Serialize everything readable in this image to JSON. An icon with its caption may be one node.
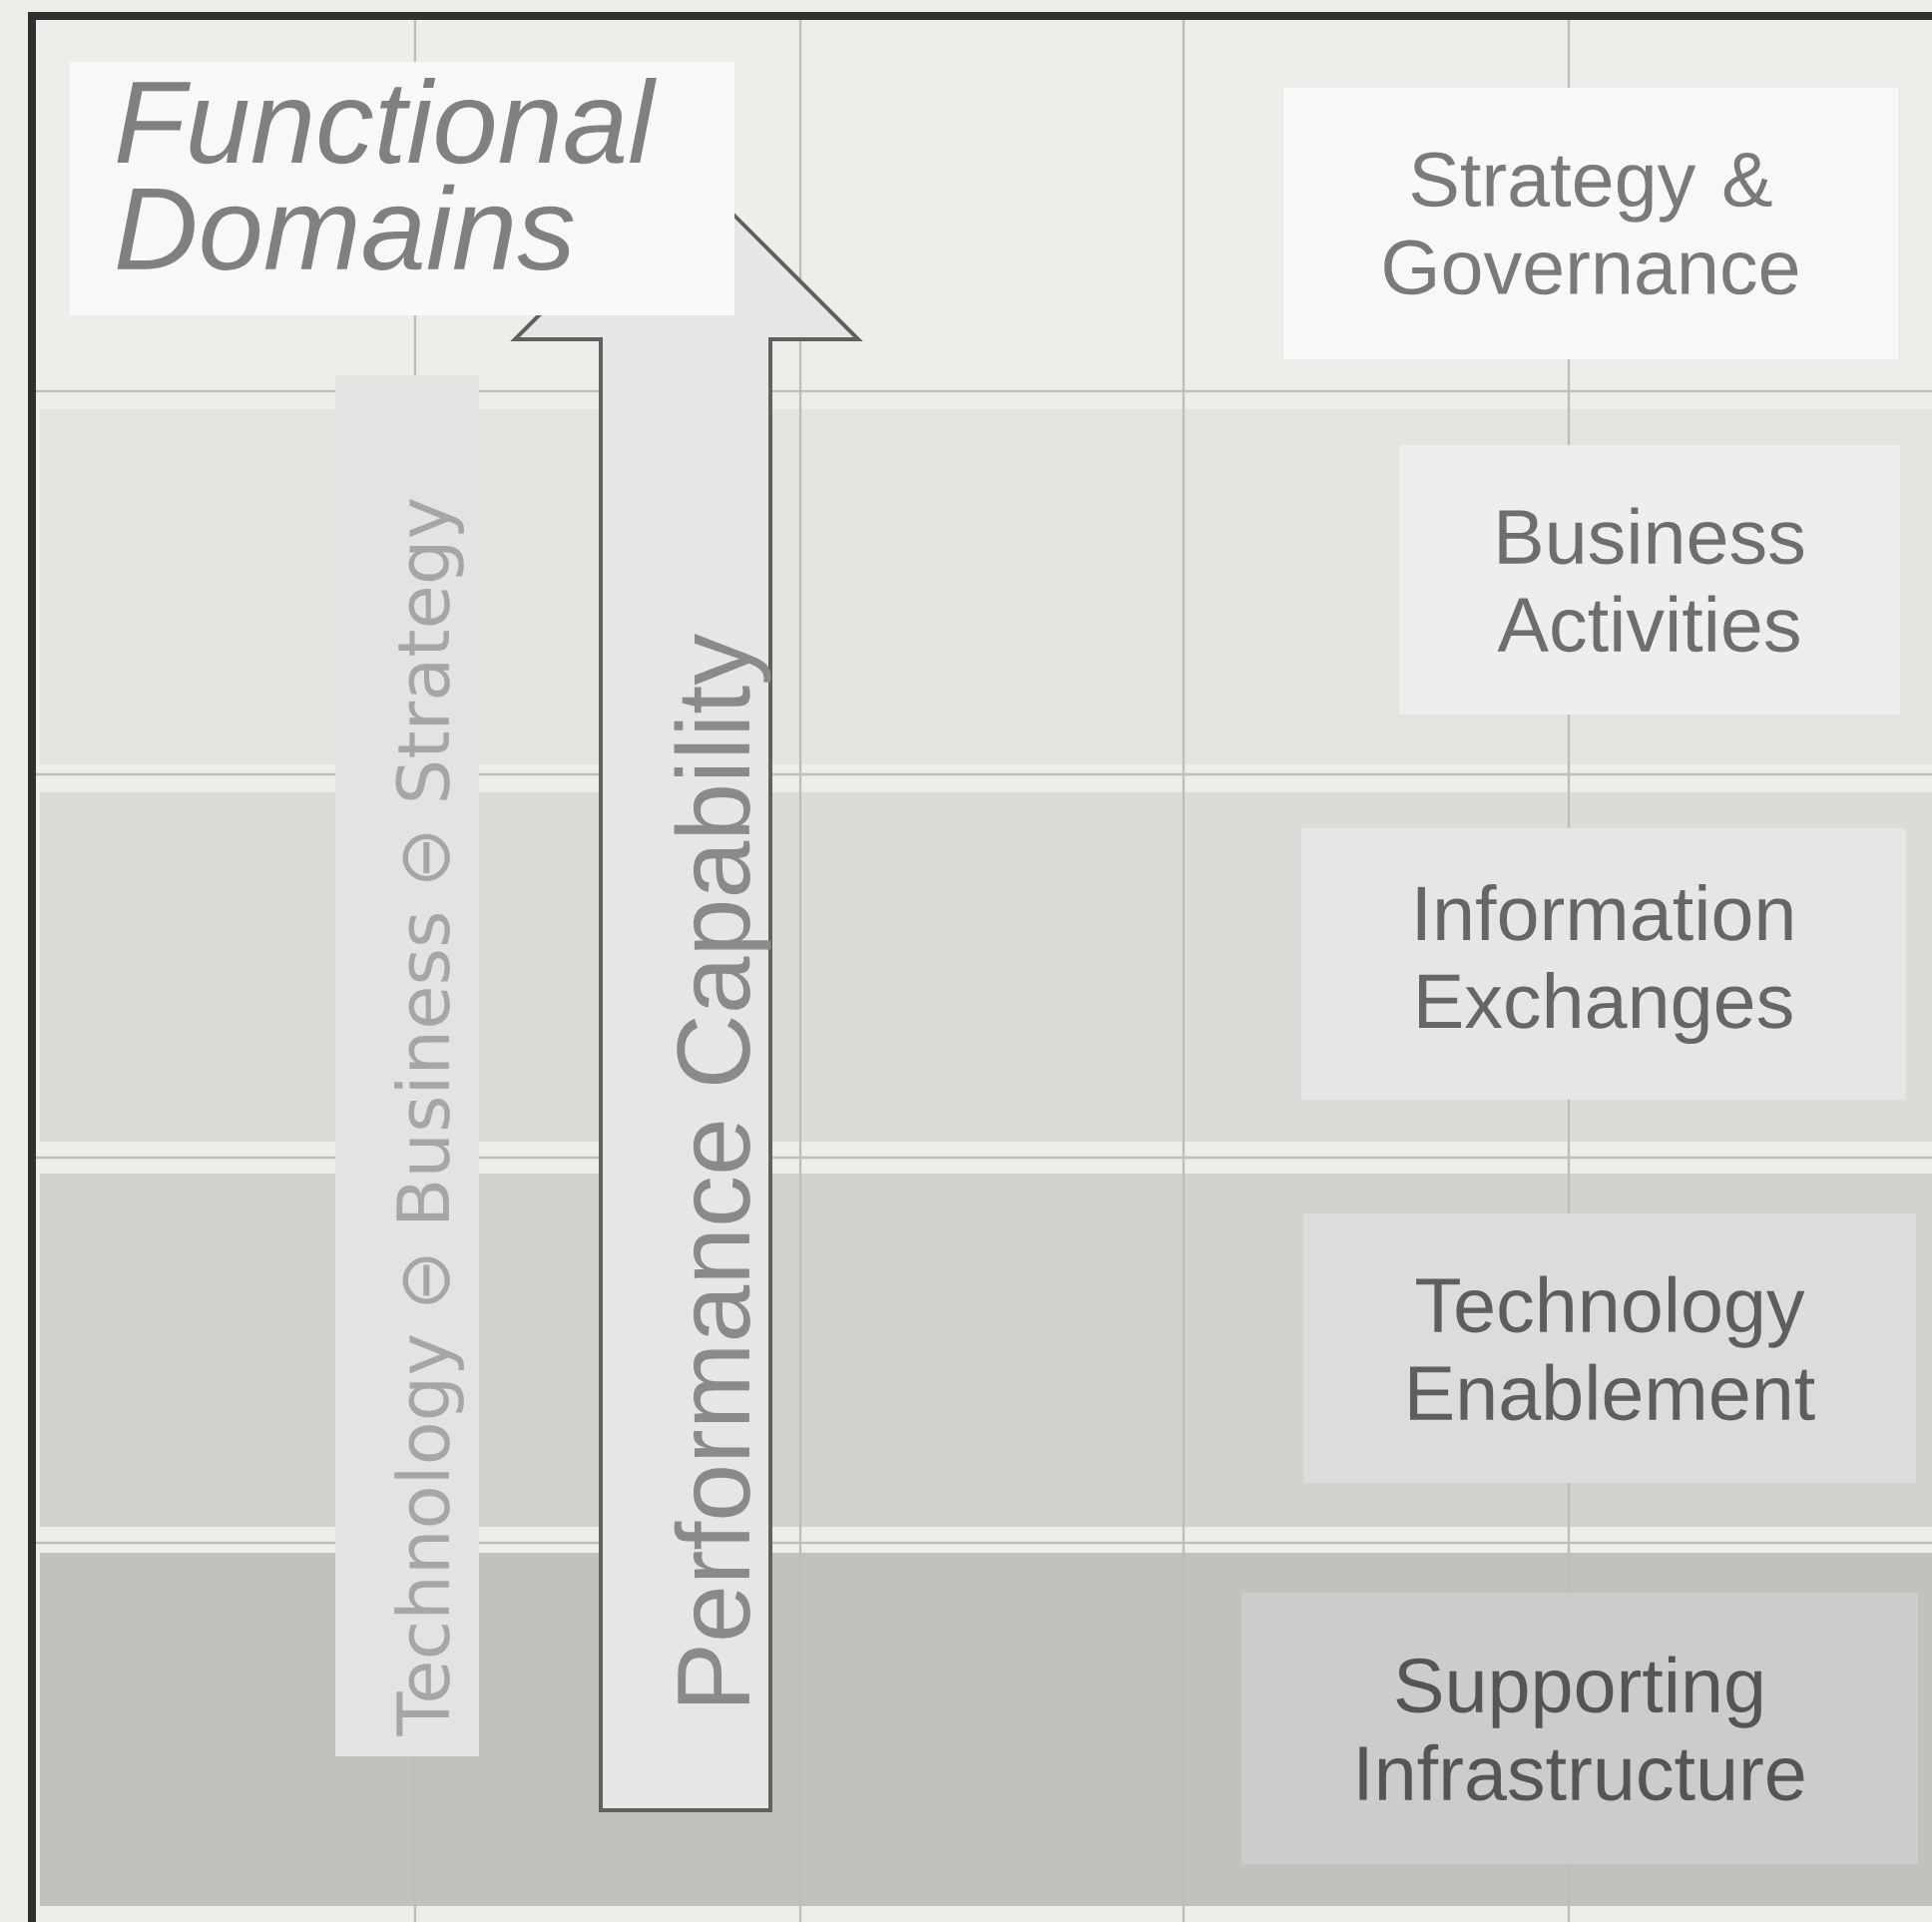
{
  "diagram": {
    "nodes": [
      {
        "text": [
          "Functional Domains"
        ]
      },
      {
        "text": [
          "Strategy & Governance"
        ]
      },
      {
        "text": [
          "Business Activities"
        ]
      },
      {
        "text": [
          "Information Exchanges"
        ]
      },
      {
        "text": [
          "Technology Enablement"
        ]
      },
      {
        "text": [
          "Supporting Infrastructure"
        ]
      },
      {
        "text": [
          "Technology ⊖ Business ⊖ Strategy"
        ]
      },
      {
        "text": [
          "Performance Capability"
        ]
      }
    ]
  }
}
